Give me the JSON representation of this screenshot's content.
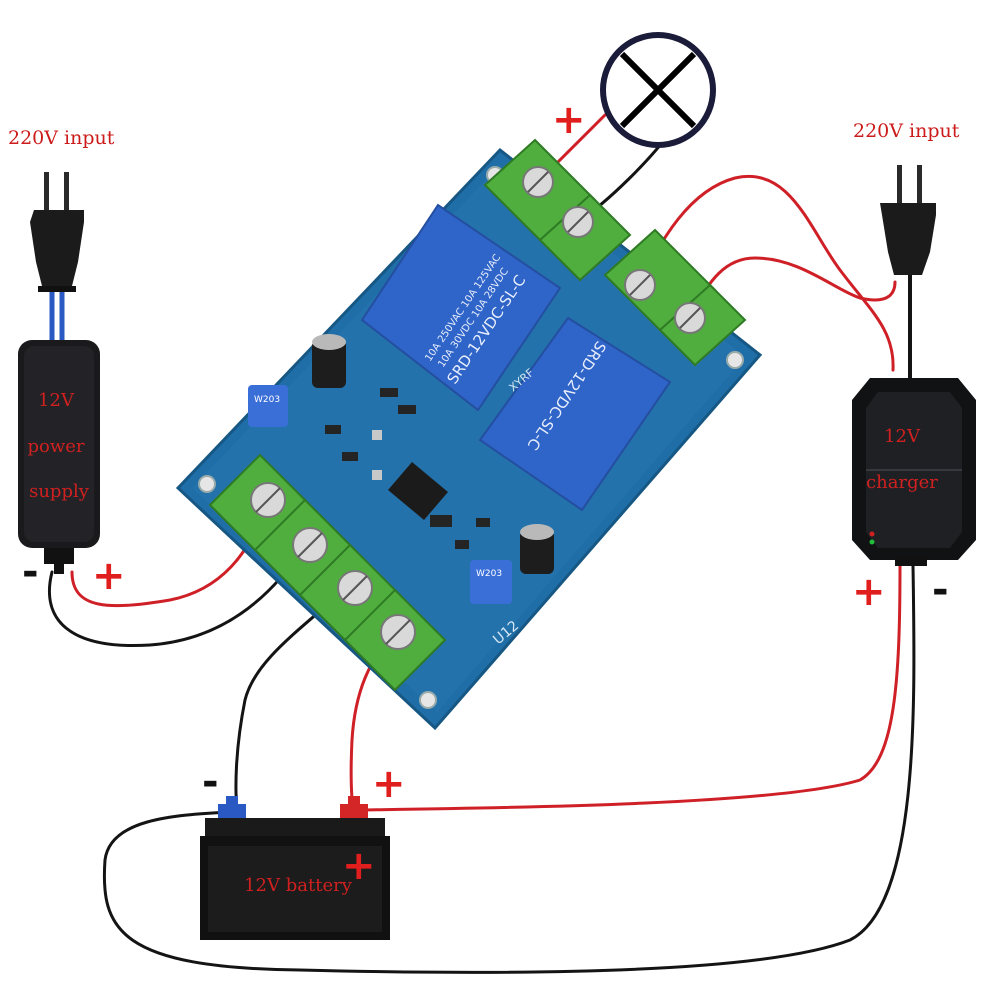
{
  "labels": {
    "input_left": "220V input",
    "input_right": "220V input",
    "power_supply_line1": "12V",
    "power_supply_line2": "power",
    "power_supply_line3": "supply",
    "charger_line1": "12V",
    "charger_line2": "charger",
    "battery": "12V battery"
  },
  "signs": {
    "plus": "+",
    "minus": "-"
  },
  "board": {
    "relay1_text": "SRD-12VDC-SL-C",
    "relay1_spec1": "10A 250VAC 10A 125VAC",
    "relay1_spec2": "10A 30VDC 10A 28VDC",
    "relay2_text": "SRD-12VDC-SL-C",
    "pot1": "W203",
    "pot2": "W203",
    "silk_u12": "U12",
    "silk_brand": "XYRF"
  },
  "colors": {
    "wire_red": "#cf2027",
    "wire_black": "#141414",
    "board_blue": "#1e6fa8",
    "terminal_green": "#4fae3d",
    "relay_blue": "#2f64c8",
    "label_red": "#cc1b1b"
  },
  "icons": {
    "lamp": "lamp-symbol-icon",
    "plug_left": "plug-icon",
    "plug_right": "plug-icon"
  }
}
